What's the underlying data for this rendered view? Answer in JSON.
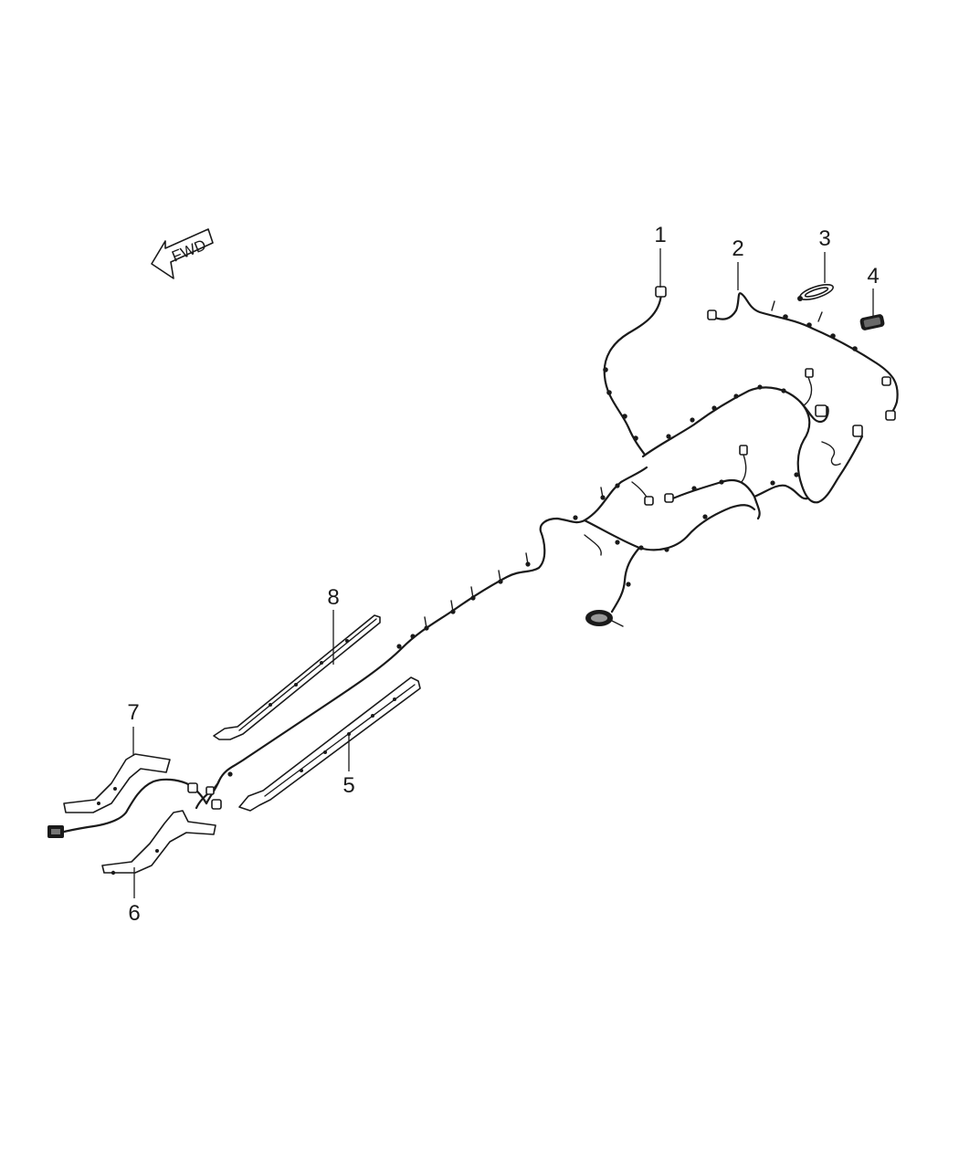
{
  "direction_indicator": {
    "label": "FWD",
    "icon": "forward-arrow-icon"
  },
  "callouts": [
    {
      "id": "1",
      "label": "1"
    },
    {
      "id": "2",
      "label": "2"
    },
    {
      "id": "3",
      "label": "3"
    },
    {
      "id": "4",
      "label": "4"
    },
    {
      "id": "5",
      "label": "5"
    },
    {
      "id": "6",
      "label": "6"
    },
    {
      "id": "7",
      "label": "7"
    },
    {
      "id": "8",
      "label": "8"
    }
  ]
}
